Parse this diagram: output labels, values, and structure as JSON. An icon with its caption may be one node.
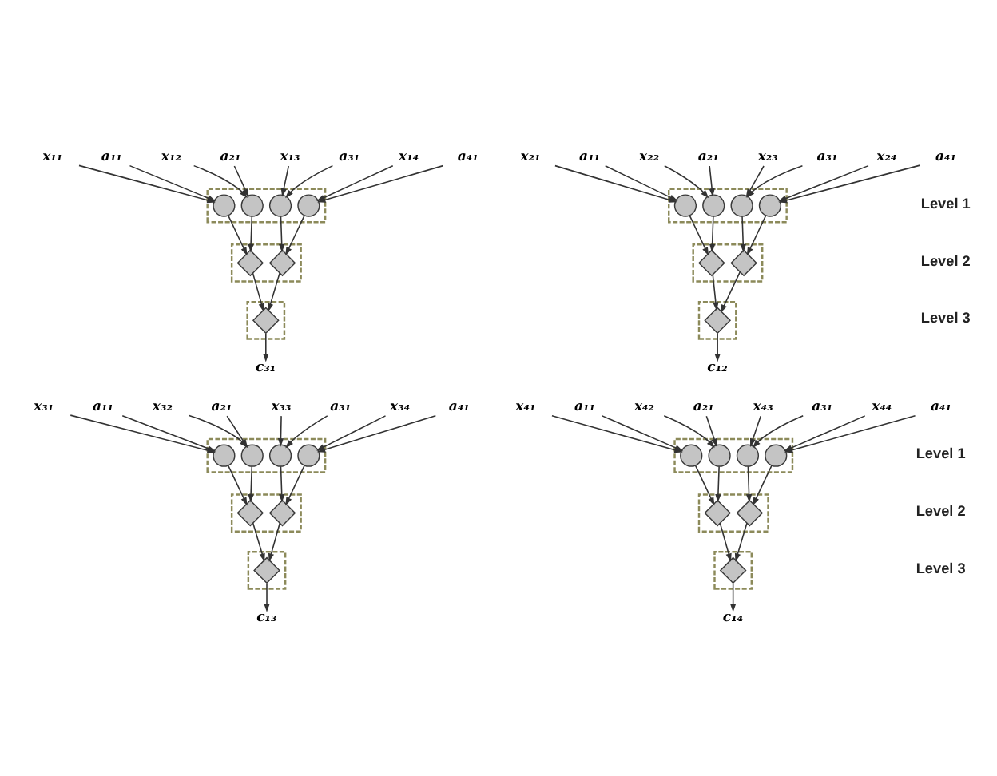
{
  "diagram": {
    "nodes": [
      {
        "text": [
          "x₁₁"
        ]
      },
      {
        "text": [
          "a₁₁"
        ]
      },
      {
        "text": [
          "x₁₂"
        ]
      },
      {
        "text": [
          "a₂₁"
        ]
      },
      {
        "text": [
          "x₁₃"
        ]
      },
      {
        "text": [
          "a₃₁"
        ]
      },
      {
        "text": [
          "x₁₄"
        ]
      },
      {
        "text": [
          "a₄₁"
        ]
      },
      {
        "text": [],
        "shape": "box"
      },
      {
        "text": [],
        "shape": "circle",
        "in": 8
      },
      {
        "text": [],
        "shape": "circle",
        "in": 8
      },
      {
        "text": [],
        "shape": "circle",
        "in": 8
      },
      {
        "text": [],
        "shape": "circle",
        "in": 8
      },
      {
        "text": [],
        "shape": "box"
      },
      {
        "text": [],
        "shape": "diamond",
        "in": 13
      },
      {
        "text": [],
        "shape": "diamond",
        "in": 13
      },
      {
        "text": [],
        "shape": "box"
      },
      {
        "text": [],
        "shape": "diamond",
        "in": 16
      },
      {
        "text": [
          "c₃₁"
        ]
      },
      {
        "text": [
          "x₂₁"
        ]
      },
      {
        "text": [
          "a₁₁"
        ]
      },
      {
        "text": [
          "x₂₂"
        ]
      },
      {
        "text": [
          "a₂₁"
        ]
      },
      {
        "text": [
          "x₂₃"
        ]
      },
      {
        "text": [
          "a₃₁"
        ]
      },
      {
        "text": [
          "x₂₄"
        ]
      },
      {
        "text": [
          "a₄₁"
        ]
      },
      {
        "text": [],
        "shape": "box"
      },
      {
        "text": [],
        "shape": "circle",
        "in": 27
      },
      {
        "text": [],
        "shape": "circle",
        "in": 27
      },
      {
        "text": [],
        "shape": "circle",
        "in": 27
      },
      {
        "text": [],
        "shape": "circle",
        "in": 27
      },
      {
        "text": [],
        "shape": "box"
      },
      {
        "text": [],
        "shape": "diamond",
        "in": 32
      },
      {
        "text": [],
        "shape": "diamond",
        "in": 32
      },
      {
        "text": [],
        "shape": "box"
      },
      {
        "text": [],
        "shape": "diamond",
        "in": 35
      },
      {
        "text": [
          "c₁₂"
        ]
      },
      {
        "text": [
          "x₃₁"
        ]
      },
      {
        "text": [
          "a₁₁"
        ]
      },
      {
        "text": [
          "x₃₂"
        ]
      },
      {
        "text": [
          "a₂₁"
        ]
      },
      {
        "text": [
          "x₃₃"
        ]
      },
      {
        "text": [
          "a₃₁"
        ]
      },
      {
        "text": [
          "x₃₄"
        ]
      },
      {
        "text": [
          "a₄₁"
        ]
      },
      {
        "text": [],
        "shape": "box"
      },
      {
        "text": [],
        "shape": "circle",
        "in": 46
      },
      {
        "text": [],
        "shape": "circle",
        "in": 46
      },
      {
        "text": [],
        "shape": "circle",
        "in": 46
      },
      {
        "text": [],
        "shape": "circle",
        "in": 46
      },
      {
        "text": [],
        "shape": "box"
      },
      {
        "text": [],
        "shape": "diamond",
        "in": 51
      },
      {
        "text": [],
        "shape": "diamond",
        "in": 51
      },
      {
        "text": [],
        "shape": "box"
      },
      {
        "text": [],
        "shape": "diamond",
        "in": 54
      },
      {
        "text": [
          "c₁₃"
        ]
      },
      {
        "text": [
          "x₄₁"
        ]
      },
      {
        "text": [
          "a₁₁"
        ]
      },
      {
        "text": [
          "x₄₂"
        ]
      },
      {
        "text": [
          "a₂₁"
        ]
      },
      {
        "text": [
          "x₄₃"
        ]
      },
      {
        "text": [
          "a₃₁"
        ]
      },
      {
        "text": [
          "x₄₄"
        ]
      },
      {
        "text": [
          "a₄₁"
        ]
      },
      {
        "text": [],
        "shape": "box"
      },
      {
        "text": [],
        "shape": "circle",
        "in": 65
      },
      {
        "text": [],
        "shape": "circle",
        "in": 65
      },
      {
        "text": [],
        "shape": "circle",
        "in": 65
      },
      {
        "text": [],
        "shape": "circle",
        "in": 65
      },
      {
        "text": [],
        "shape": "box"
      },
      {
        "text": [],
        "shape": "diamond",
        "in": 70
      },
      {
        "text": [],
        "shape": "diamond",
        "in": 70
      },
      {
        "text": [],
        "shape": "box"
      },
      {
        "text": [],
        "shape": "diamond",
        "in": 73
      },
      {
        "text": [
          "c₁₄"
        ]
      }
    ],
    "edges": [
      {
        "from": 0,
        "to": 9,
        "arrow": "to"
      },
      {
        "from": 1,
        "to": 9,
        "arrow": "to"
      },
      {
        "from": 2,
        "to": 10,
        "arrow": "to"
      },
      {
        "from": 3,
        "to": 10,
        "arrow": "to"
      },
      {
        "from": 4,
        "to": 11,
        "arrow": "to"
      },
      {
        "from": 5,
        "to": 11,
        "arrow": "to"
      },
      {
        "from": 6,
        "to": 12,
        "arrow": "to"
      },
      {
        "from": 7,
        "to": 12,
        "arrow": "to"
      },
      {
        "from": 9,
        "to": 14,
        "arrow": "to"
      },
      {
        "from": 10,
        "to": 14,
        "arrow": "to"
      },
      {
        "from": 11,
        "to": 15,
        "arrow": "to"
      },
      {
        "from": 12,
        "to": 15,
        "arrow": "to"
      },
      {
        "from": 14,
        "to": 17,
        "arrow": "to"
      },
      {
        "from": 15,
        "to": 17,
        "arrow": "to"
      },
      {
        "from": 17,
        "to": 18,
        "arrow": "to"
      },
      {
        "from": 19,
        "to": 28,
        "arrow": "to"
      },
      {
        "from": 20,
        "to": 28,
        "arrow": "to"
      },
      {
        "from": 21,
        "to": 29,
        "arrow": "to"
      },
      {
        "from": 22,
        "to": 29,
        "arrow": "to"
      },
      {
        "from": 23,
        "to": 30,
        "arrow": "to"
      },
      {
        "from": 24,
        "to": 30,
        "arrow": "to"
      },
      {
        "from": 25,
        "to": 31,
        "arrow": "to"
      },
      {
        "from": 26,
        "to": 31,
        "arrow": "to"
      },
      {
        "from": 28,
        "to": 33,
        "arrow": "to"
      },
      {
        "from": 29,
        "to": 33,
        "arrow": "to"
      },
      {
        "from": 30,
        "to": 34,
        "arrow": "to"
      },
      {
        "from": 31,
        "to": 34,
        "arrow": "to"
      },
      {
        "from": 33,
        "to": 36,
        "arrow": "to"
      },
      {
        "from": 34,
        "to": 36,
        "arrow": "to"
      },
      {
        "from": 36,
        "to": 37,
        "arrow": "to"
      },
      {
        "from": 38,
        "to": 47,
        "arrow": "to"
      },
      {
        "from": 39,
        "to": 47,
        "arrow": "to"
      },
      {
        "from": 40,
        "to": 48,
        "arrow": "to"
      },
      {
        "from": 41,
        "to": 48,
        "arrow": "to"
      },
      {
        "from": 42,
        "to": 49,
        "arrow": "to"
      },
      {
        "from": 43,
        "to": 49,
        "arrow": "to"
      },
      {
        "from": 44,
        "to": 50,
        "arrow": "to"
      },
      {
        "from": 45,
        "to": 50,
        "arrow": "to"
      },
      {
        "from": 47,
        "to": 52,
        "arrow": "to"
      },
      {
        "from": 48,
        "to": 52,
        "arrow": "to"
      },
      {
        "from": 49,
        "to": 53,
        "arrow": "to"
      },
      {
        "from": 50,
        "to": 53,
        "arrow": "to"
      },
      {
        "from": 52,
        "to": 55,
        "arrow": "to"
      },
      {
        "from": 53,
        "to": 55,
        "arrow": "to"
      },
      {
        "from": 55,
        "to": 56,
        "arrow": "to"
      },
      {
        "from": 57,
        "to": 66,
        "arrow": "to"
      },
      {
        "from": 58,
        "to": 66,
        "arrow": "to"
      },
      {
        "from": 59,
        "to": 67,
        "arrow": "to"
      },
      {
        "from": 60,
        "to": 67,
        "arrow": "to"
      },
      {
        "from": 61,
        "to": 68,
        "arrow": "to"
      },
      {
        "from": 62,
        "to": 68,
        "arrow": "to"
      },
      {
        "from": 63,
        "to": 69,
        "arrow": "to"
      },
      {
        "from": 64,
        "to": 69,
        "arrow": "to"
      },
      {
        "from": 66,
        "to": 71,
        "arrow": "to"
      },
      {
        "from": 67,
        "to": 71,
        "arrow": "to"
      },
      {
        "from": 68,
        "to": 72,
        "arrow": "to"
      },
      {
        "from": 69,
        "to": 72,
        "arrow": "to"
      },
      {
        "from": 71,
        "to": 74,
        "arrow": "to"
      },
      {
        "from": 72,
        "to": 74,
        "arrow": "to"
      },
      {
        "from": 74,
        "to": 75,
        "arrow": "to"
      }
    ],
    "labels": [
      "Level 1",
      "Level 2",
      "Level 3",
      "Level 1",
      "Level 2",
      "Level 3"
    ]
  }
}
